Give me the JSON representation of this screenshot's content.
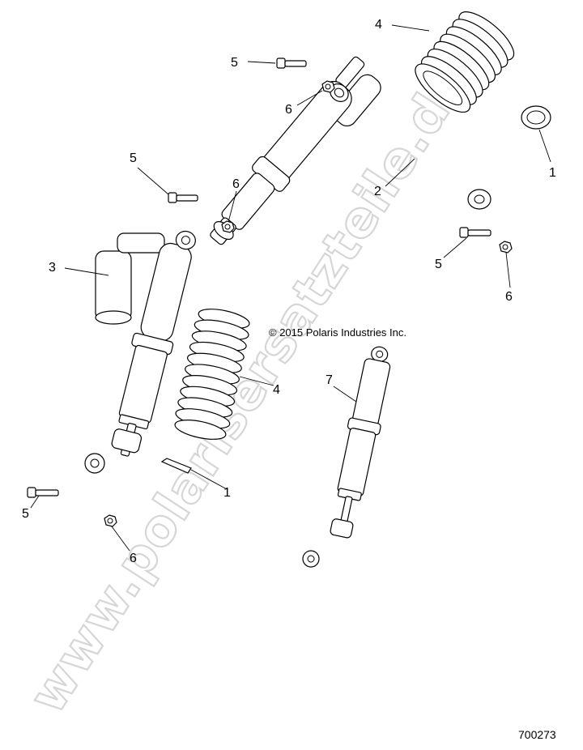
{
  "watermark": "www.polarisersatzteile.de",
  "copyright": "© 2015 Polaris Industries Inc.",
  "reference_number": "700273",
  "callouts": {
    "top_spring_4": "4",
    "top_bolt_5": "5",
    "top_nut_6": "6",
    "top_ring_1": "1",
    "top_shock_2": "2",
    "right_bolt_5": "5",
    "right_nut_6": "6",
    "left_bolt_5": "5",
    "left_nut_6": "6",
    "left_shock_3": "3",
    "middle_spring_4": "4",
    "middle_ring_1": "1",
    "right_shock_7": "7",
    "bottom_bolt_5": "5",
    "bottom_nut_6": "6"
  }
}
